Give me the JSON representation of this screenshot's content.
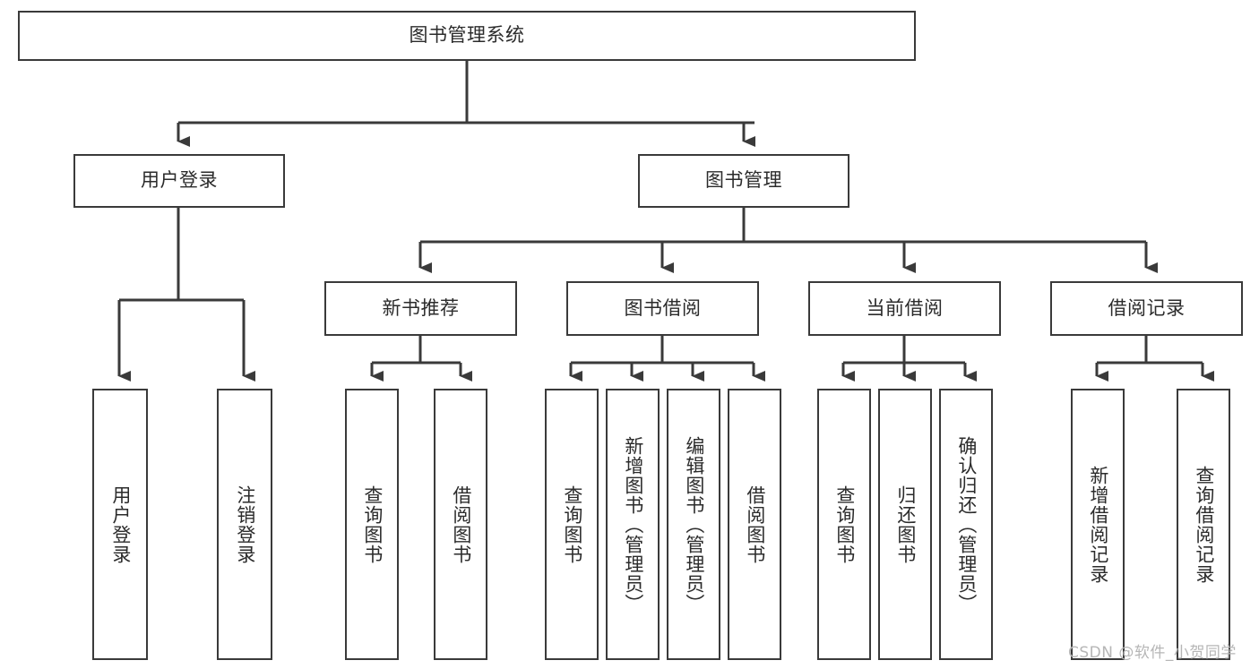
{
  "diagram": {
    "type": "tree-hierarchy-chart",
    "title": "图书管理系统",
    "orientation": "top-down",
    "line_color": "#3a3a3a",
    "box_fill": "#ffffff",
    "text_color": "#2b2b2b",
    "background": "#ffffff",
    "nodes": {
      "root": {
        "label": "图书管理系统"
      },
      "level2": [
        {
          "id": "user-login",
          "label": "用户登录"
        },
        {
          "id": "book-management",
          "label": "图书管理"
        }
      ],
      "level3": [
        {
          "id": "new-book-recommend",
          "label": "新书推荐"
        },
        {
          "id": "book-borrow",
          "label": "图书借阅"
        },
        {
          "id": "current-borrow",
          "label": "当前借阅"
        },
        {
          "id": "borrow-record",
          "label": "借阅记录"
        }
      ],
      "leaves": [
        {
          "id": "leaf-user-login",
          "label": "用户登录",
          "parent": "user-login"
        },
        {
          "id": "leaf-logout-login",
          "label": "注销登录",
          "parent": "user-login"
        },
        {
          "id": "leaf-query-book-1",
          "label": "查询图书",
          "parent": "new-book-recommend"
        },
        {
          "id": "leaf-borrow-book-1",
          "label": "借阅图书",
          "parent": "new-book-recommend"
        },
        {
          "id": "leaf-query-book-2",
          "label": "查询图书",
          "parent": "book-borrow"
        },
        {
          "id": "leaf-add-book",
          "label": "新增图书（管理员）",
          "parent": "book-borrow"
        },
        {
          "id": "leaf-edit-book",
          "label": "编辑图书（管理员）",
          "parent": "book-borrow"
        },
        {
          "id": "leaf-borrow-book-2",
          "label": "借阅图书",
          "parent": "book-borrow"
        },
        {
          "id": "leaf-query-book-3",
          "label": "查询图书",
          "parent": "current-borrow"
        },
        {
          "id": "leaf-return-book",
          "label": "归还图书",
          "parent": "current-borrow"
        },
        {
          "id": "leaf-confirm-return",
          "label": "确认归还（管理员）",
          "parent": "current-borrow"
        },
        {
          "id": "leaf-add-record",
          "label": "新增借阅记录",
          "parent": "borrow-record"
        },
        {
          "id": "leaf-query-record",
          "label": "查询借阅记录",
          "parent": "borrow-record"
        }
      ]
    },
    "watermark": "CSDN @软件_小贺同学"
  }
}
